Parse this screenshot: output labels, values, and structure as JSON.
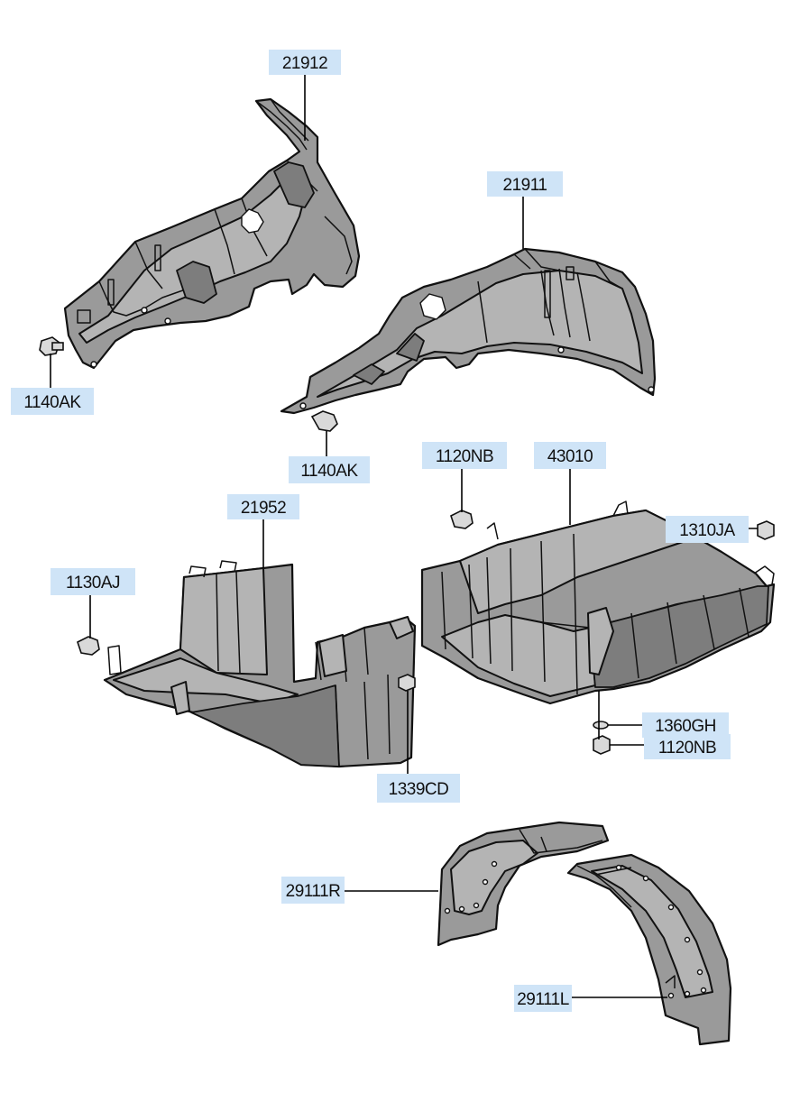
{
  "callouts": [
    {
      "id": "c1",
      "text": "21912"
    },
    {
      "id": "c2",
      "text": "21911"
    },
    {
      "id": "c3",
      "text": "1140AK"
    },
    {
      "id": "c4",
      "text": "1140AK"
    },
    {
      "id": "c5",
      "text": "1120NB"
    },
    {
      "id": "c6",
      "text": "43010"
    },
    {
      "id": "c7",
      "text": "21952"
    },
    {
      "id": "c8",
      "text": "1130AJ"
    },
    {
      "id": "c9",
      "text": "1310JA"
    },
    {
      "id": "c10",
      "text": "1360GH"
    },
    {
      "id": "c11",
      "text": "1120NB"
    },
    {
      "id": "c12",
      "text": "1339CD"
    },
    {
      "id": "c13",
      "text": "29111R"
    },
    {
      "id": "c14",
      "text": "29111L"
    }
  ],
  "colors": {
    "label_fill": "#cfe4f7",
    "part_fill": "#9a9a9a",
    "line": "#111111"
  }
}
